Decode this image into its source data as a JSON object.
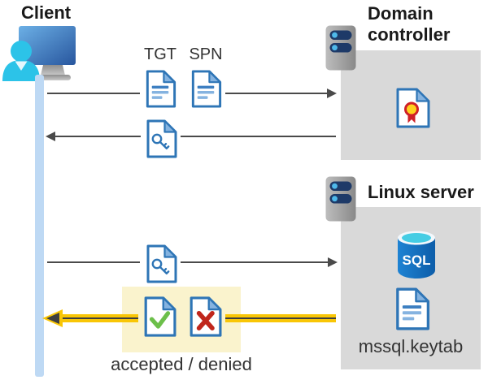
{
  "client": {
    "label": "Client"
  },
  "domain_controller": {
    "title": "Domain controller"
  },
  "linux_server": {
    "title": "Linux server",
    "sql_badge": "SQL",
    "keytab_label": "mssql.keytab"
  },
  "flow": {
    "tgt_label": "TGT",
    "spn_label": "SPN",
    "result_label": "accepted / denied"
  },
  "icons": {
    "client": "person-at-computer-icon",
    "domain_controller": "server-icon",
    "linux_server": "server-icon",
    "tgt": "document-icon",
    "spn": "document-icon",
    "ticket_returned": "key-document-icon",
    "ticket_presented": "key-document-icon",
    "certificate": "certificate-document-icon",
    "database": "sql-database-icon",
    "keytab": "document-icon",
    "accepted": "check-document-icon",
    "denied": "cross-document-icon"
  },
  "colors": {
    "line-gray": "#4a4a4a",
    "accent-yellow": "#f9c606",
    "box-gray": "#d9d9d9",
    "highlight-cream": "#faf3cd",
    "doc-blue": "#2e75b6",
    "lifeline-blue": "#bed9f4",
    "title-black": "#1a1a1a",
    "label-gray": "#333333"
  }
}
